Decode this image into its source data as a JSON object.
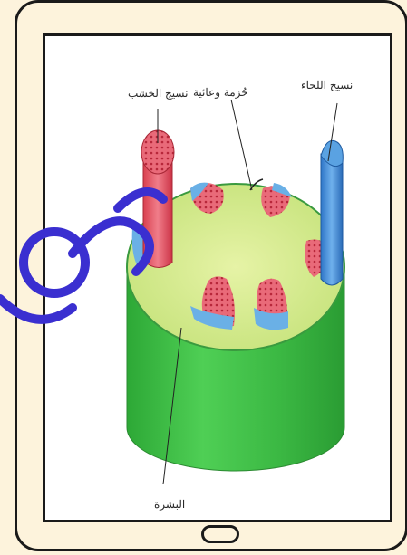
{
  "labels": {
    "xylem": "نسيج الخشب",
    "vascular_bundle": "حُزمة وعائية",
    "phloem": "نسيج اللحاء",
    "epidermis": "البشرة"
  },
  "colors": {
    "page_background": "#fdf3dc",
    "frame": "#1a1a1a",
    "epidermis_green": "#3fbf45",
    "cortex_top": "#d6ec8f",
    "xylem_red": "#e8556a",
    "phloem_blue": "#4a90d9",
    "watermark": "#3a2fd0"
  },
  "icons": {
    "home": "home-button-icon",
    "watermark": "watermark-logo"
  }
}
